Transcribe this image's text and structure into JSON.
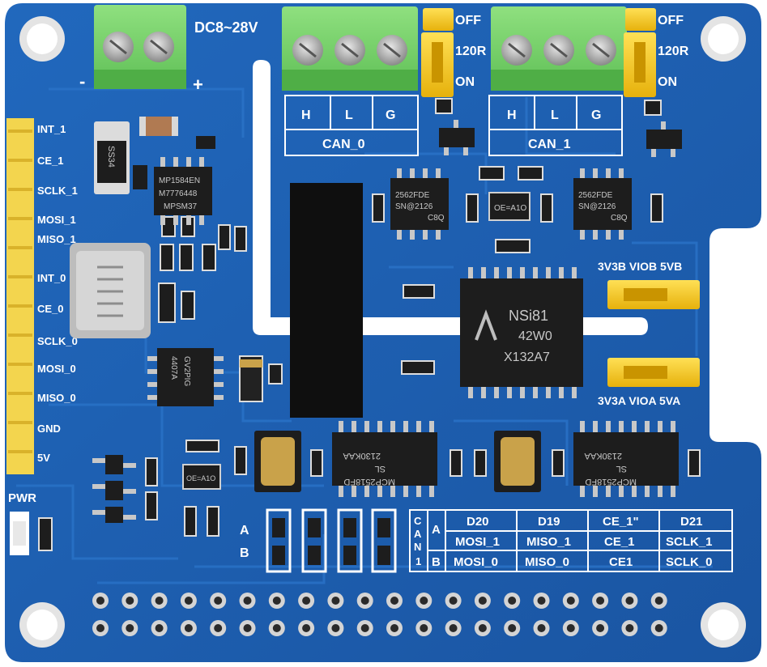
{
  "silkscreen": {
    "power_input": "DC8~28V",
    "minus": "-",
    "plus": "+",
    "off": "OFF",
    "r120": "120R",
    "on": "ON",
    "off2": "OFF",
    "r120b": "120R",
    "on2": "ON",
    "can0_h": "H",
    "can0_l": "L",
    "can0_g": "G",
    "can0": "CAN_0",
    "can1_h": "H",
    "can1_l": "L",
    "can1_g": "G",
    "can1": "CAN_1",
    "viob": "3V3B VIOB 5VB",
    "vioa": "3V3A VIOA 5VA",
    "pwr": "PWR",
    "led_a": "A",
    "led_b": "B"
  },
  "header_pins": [
    "INT_1",
    "CE_1",
    "SCLK_1",
    "MOSI_1",
    "MISO_1",
    "INT_0",
    "CE_0",
    "SCLK_0",
    "MOSI_0",
    "MISO_0",
    "GND",
    "5V"
  ],
  "chips": {
    "dcdc": [
      "MP1584EN",
      "M7776448",
      "MPSM37"
    ],
    "diode": "SS34",
    "ldo": [
      "4407A",
      "GV2PIG"
    ],
    "xcvr_left": [
      "2562FDE",
      "SN@2126",
      "C8Q"
    ],
    "xcvr_right": [
      "2562FDE",
      "SN@2126",
      "C8Q"
    ],
    "small_reg": "OE=A1O",
    "isolator": [
      "NSi81",
      "42W0",
      "X132A7"
    ],
    "ctrl_left": [
      "MCP2518FD",
      "SL",
      "2130KAA"
    ],
    "ctrl_right": [
      "MCP2518FD",
      "SL",
      "2130KAA"
    ],
    "small_reg2": "OE=A1O"
  },
  "table": {
    "side_label": [
      "C",
      "A",
      "N",
      "1"
    ],
    "row_a_label": "A",
    "row_b_label": "B",
    "header": [
      "D20",
      "D19",
      "CE_1\"",
      "D21"
    ],
    "row_a": [
      "MOSI_1",
      "MISO_1",
      "CE_1",
      "SCLK_1"
    ],
    "row_b": [
      "MOSI_0",
      "MISO_0",
      "CE1",
      "SCLK_0"
    ]
  },
  "colors": {
    "pcb": "#1f5fb0",
    "silkscreen": "#ffffff",
    "terminal": "#7bd36f",
    "jumper": "#f2c51a",
    "chip": "#222222"
  }
}
